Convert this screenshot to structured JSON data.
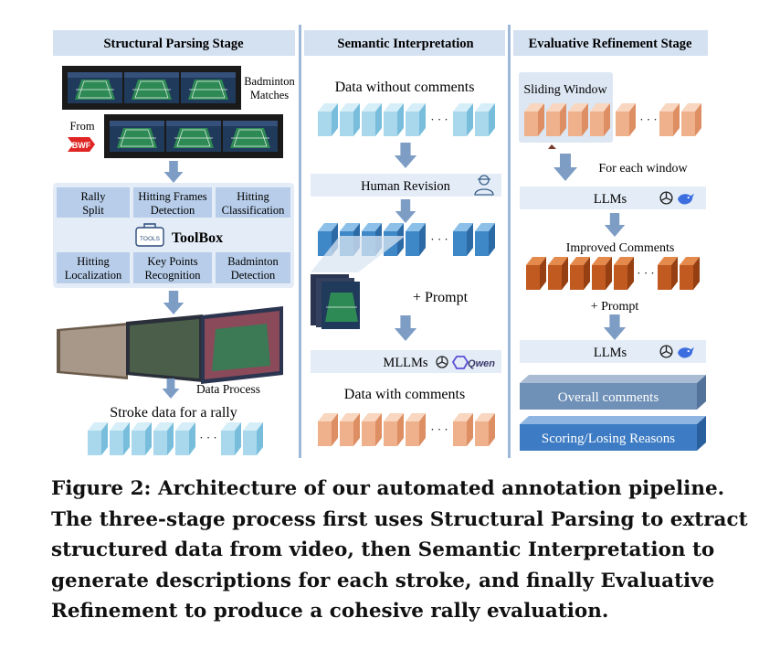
{
  "stages": {
    "structural": {
      "title": "Structural Parsing Stage",
      "badminton_label": [
        "Badminton",
        "Matches"
      ],
      "from_label": "From",
      "bwf_logo": "BWF",
      "toolbox_label": "ToolBox",
      "tools_icon_text": "TOOLS",
      "tools_top": [
        [
          "Rally",
          "Split"
        ],
        [
          "Hitting Frames",
          "Detection"
        ],
        [
          "Hitting",
          "Classification"
        ]
      ],
      "tools_bottom": [
        [
          "Hitting",
          "Localization"
        ],
        [
          "Key Points",
          "Recognition"
        ],
        [
          "Badminton",
          "Detection"
        ]
      ],
      "data_process": "Data Process",
      "stroke_data": "Stroke data for a rally"
    },
    "semantic": {
      "title": "Semantic Interpretation",
      "data_without": "Data without comments",
      "human_revision": "Human Revision",
      "prompt": "+  Prompt",
      "mllms": "MLLMs",
      "qwen": "Qwen",
      "data_with": "Data with comments"
    },
    "evaluative": {
      "title": "Evaluative Refinement Stage",
      "sliding_window": "Sliding Window",
      "for_each": "For each window",
      "llms": "LLMs",
      "improved": "Improved Comments",
      "prompt": "+ Prompt",
      "overall": "Overall comments",
      "scoring": "Scoring/Losing Reasons"
    }
  },
  "ellipsis": "· · ·",
  "caption": [
    "Figure 2: Architecture of our automated annotation pipeline.",
    "The three-stage process first uses Structural Parsing to extract",
    "structured data from video, then Semantic Interpretation to",
    "generate descriptions for each stroke, and finally Evaluative",
    "Refinement to produce a cohesive rally evaluation."
  ],
  "colors": {
    "panel": "#e4edf7",
    "header": "#d4e1f1",
    "divider": "#9db8d8",
    "arrow": "#7d9dc5",
    "tool": "#b7cde9",
    "cube_light": "#a9d7ec",
    "cube_mid": "#3f88c8",
    "cube_peach": "#efb08c",
    "cube_orange": "#e08540",
    "cube_dark": "#c15a20",
    "box_gray": "#6f90b7",
    "box_blue": "#3d7cc4"
  }
}
